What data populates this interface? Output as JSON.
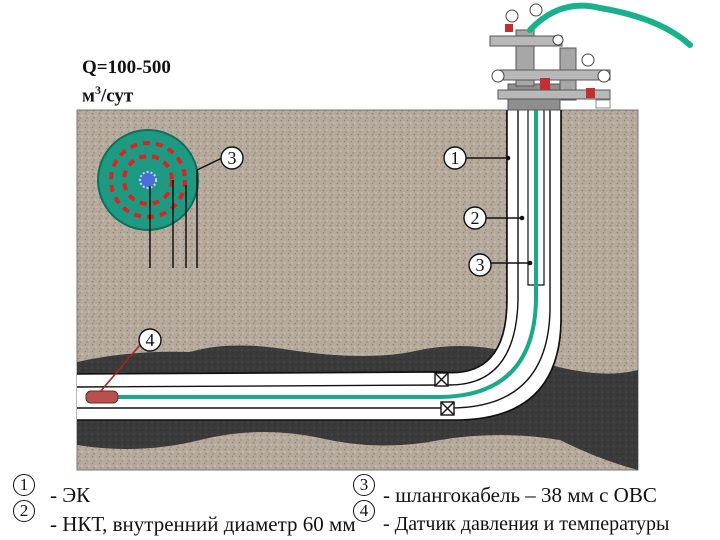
{
  "flow_rate": {
    "line1": "Q=100-500",
    "unit_base": "м",
    "unit_exp": "3",
    "unit_rest": "/сут"
  },
  "callouts": {
    "cross_section": "3",
    "well_1": "1",
    "well_2": "2",
    "well_3": "3",
    "sensor": "4"
  },
  "legend": [
    {
      "num": "1",
      "text": "- ЭК"
    },
    {
      "num": "2",
      "text": "- НКТ, внутренний диаметр 60 мм"
    },
    {
      "num": "3",
      "text": "- шлангокабель – 38 мм с ОВС"
    },
    {
      "num": "4",
      "text": "- Датчик давления и температуры"
    }
  ],
  "colors": {
    "soil": "#b8aca0",
    "dark_rock": "#3a3a3a",
    "cable": "#1aaa8a",
    "cable_ring": "#2a9a82",
    "sensor": "#b85050",
    "dashes": "#dd2222"
  },
  "icons": [
    "wellhead-christmas-tree-icon",
    "hose-icon",
    "sensor-icon",
    "valve-x-icon"
  ]
}
